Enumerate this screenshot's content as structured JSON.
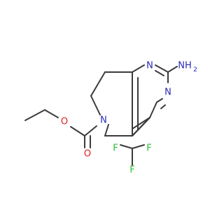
{
  "molecule": {
    "atoms": {
      "n_ring_top": {
        "text": "N",
        "color": "#2a2ab8"
      },
      "n_ring_bottom": {
        "text": "N",
        "color": "#2a2ab8"
      },
      "n_amino": {
        "text": "NH",
        "subscript": "2",
        "color": "#2a2ab8"
      },
      "n_ring_mid": {
        "text": "N",
        "color": "#2a2ab8"
      },
      "o_ether": {
        "text": "O",
        "color": "#e01e1e"
      },
      "o_carbonyl": {
        "text": "O",
        "color": "#e01e1e"
      },
      "f_top": {
        "text": "F",
        "color": "#2fbf2f"
      },
      "f_left": {
        "text": "F",
        "color": "#2fbf2f"
      },
      "f_right": {
        "text": "F",
        "color": "#2fbf2f"
      }
    },
    "bond_color": "#3b3b3b"
  }
}
